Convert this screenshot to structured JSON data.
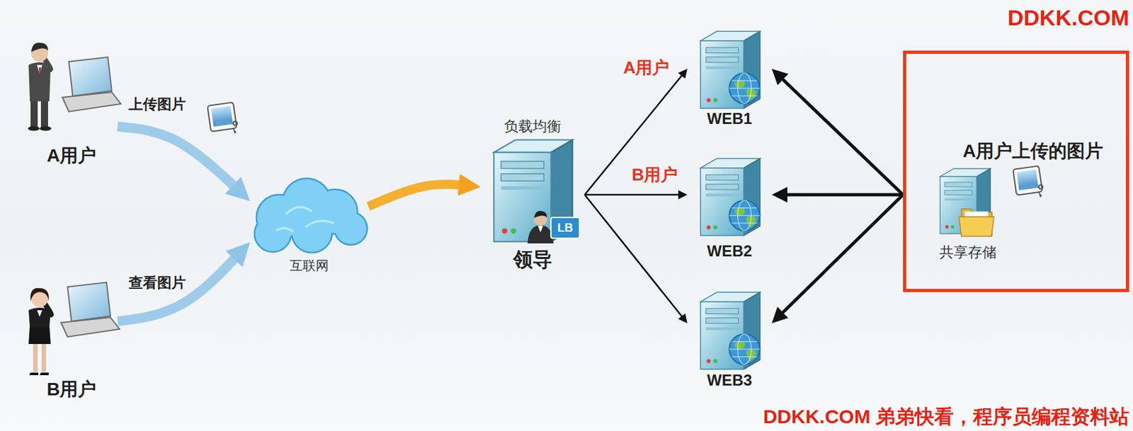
{
  "diagram": {
    "nodes": [
      {
        "text": [
          "A用户"
        ]
      },
      {
        "text": [
          "B用户"
        ]
      },
      {
        "text": [
          "互联网"
        ]
      },
      {
        "text": [
          "负载均衡",
          "LB",
          "领导"
        ]
      },
      {
        "text": [
          "WEB1"
        ]
      },
      {
        "text": [
          "WEB2"
        ]
      },
      {
        "text": [
          "WEB3"
        ]
      },
      {
        "text": [
          "A用户上传的图片",
          "共享存储"
        ]
      }
    ],
    "edges": [
      {
        "from": 0,
        "to": 2,
        "label": "上传图片",
        "arrow": "to"
      },
      {
        "from": 1,
        "to": 2,
        "label": "查看图片",
        "arrow": "to"
      },
      {
        "from": 2,
        "to": 3,
        "arrow": "to"
      },
      {
        "from": 3,
        "to": 4,
        "label": "A用户",
        "arrow": "to"
      },
      {
        "from": 3,
        "to": 5,
        "label": "B用户",
        "arrow": "to"
      },
      {
        "from": 3,
        "to": 6,
        "arrow": "to"
      },
      {
        "from": 7,
        "to": 4,
        "arrow": "to"
      },
      {
        "from": 7,
        "to": 5,
        "arrow": "to"
      },
      {
        "from": 7,
        "to": 6,
        "arrow": "to"
      }
    ],
    "labels": [
      "DDKK.COM",
      "DDKK.COM 弟弟快看，程序员编程资料站"
    ]
  }
}
